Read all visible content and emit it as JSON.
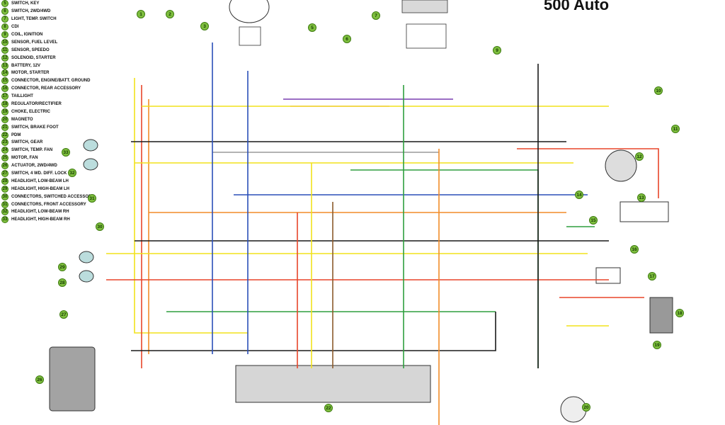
{
  "title": "500 Auto",
  "legend": [
    {
      "num": "5",
      "label": "SWITCH, KEY"
    },
    {
      "num": "6",
      "label": "SWITCH, 2WD/4WD"
    },
    {
      "num": "7",
      "label": "LIGHT, TEMP. SWITCH"
    },
    {
      "num": "8",
      "label": "CDI"
    },
    {
      "num": "9",
      "label": "COIL, IGNITION"
    },
    {
      "num": "10",
      "label": "SENSOR, FUEL LEVEL"
    },
    {
      "num": "11",
      "label": "SENSOR, SPEEDO"
    },
    {
      "num": "12",
      "label": "SOLENOID, STARTER"
    },
    {
      "num": "13",
      "label": "BATTERY, 12V"
    },
    {
      "num": "14",
      "label": "MOTOR, STARTER"
    },
    {
      "num": "15",
      "label": "CONNECTOR, ENGINE/BATT. GROUND"
    },
    {
      "num": "16",
      "label": "CONNECTOR, REAR ACCESSORY"
    },
    {
      "num": "17",
      "label": "TAILLIGHT"
    },
    {
      "num": "18",
      "label": "REGULATOR/RECTIFIER"
    },
    {
      "num": "19",
      "label": "CHOKE, ELECTRIC"
    },
    {
      "num": "20",
      "label": "MAGNETO"
    },
    {
      "num": "21",
      "label": "SWITCH, BRAKE FOOT"
    },
    {
      "num": "22",
      "label": "PDM"
    },
    {
      "num": "23",
      "label": "SWITCH, GEAR"
    },
    {
      "num": "24",
      "label": "SWITCH, TEMP. FAN"
    },
    {
      "num": "25",
      "label": "MOTOR, FAN"
    },
    {
      "num": "26",
      "label": "ACTUATOR, 2WD/4WD"
    },
    {
      "num": "27",
      "label": "SWITCH, 4 WD. DIFF. LOCK"
    },
    {
      "num": "28",
      "label": "HEADLIGHT, LOW-BEAM LH"
    },
    {
      "num": "29",
      "label": "HEADLIGHT, HIGH-BEAM LH"
    },
    {
      "num": "30",
      "label": "CONNECTORS, SWITCHED ACCESSORY"
    },
    {
      "num": "31",
      "label": "CONNECTORS, FRONT ACCESSORY"
    },
    {
      "num": "32",
      "label": "HEADLIGHT, LOW-BEAM RH"
    },
    {
      "num": "33",
      "label": "HEADLIGHT, HIGH-BEAM RH"
    }
  ],
  "callouts": [
    {
      "id": "1",
      "label": "1"
    },
    {
      "id": "2",
      "label": "2"
    },
    {
      "id": "3",
      "label": "3"
    },
    {
      "id": "5",
      "label": "5"
    },
    {
      "id": "6",
      "label": "6"
    },
    {
      "id": "7",
      "label": "7"
    },
    {
      "id": "9",
      "label": "9"
    },
    {
      "id": "10",
      "label": "10"
    },
    {
      "id": "11",
      "label": "11"
    },
    {
      "id": "12",
      "label": "12"
    },
    {
      "id": "13",
      "label": "13"
    },
    {
      "id": "14",
      "label": "14"
    },
    {
      "id": "15",
      "label": "15"
    },
    {
      "id": "16",
      "label": "16"
    },
    {
      "id": "17",
      "label": "17"
    },
    {
      "id": "18",
      "label": "18"
    },
    {
      "id": "19",
      "label": "19"
    },
    {
      "id": "20",
      "label": "20"
    },
    {
      "id": "22",
      "label": "22"
    },
    {
      "id": "26",
      "label": "26"
    },
    {
      "id": "27",
      "label": "27"
    },
    {
      "id": "28",
      "label": "28"
    },
    {
      "id": "29",
      "label": "29"
    },
    {
      "id": "30",
      "label": "30"
    },
    {
      "id": "31",
      "label": "31"
    },
    {
      "id": "32",
      "label": "32"
    },
    {
      "id": "33",
      "label": "33"
    }
  ],
  "wire_colors": {
    "red": "#e8452a",
    "orange": "#f28c28",
    "yellow": "#f2e21c",
    "green": "#2e9e3e",
    "blue": "#2a4fb8",
    "black": "#1a1a1a",
    "purple": "#7a3fb0",
    "pink": "#f07bc8",
    "gray": "#9a9a9a",
    "brown": "#8b5a2b",
    "callout_green": "#7fbf3f"
  }
}
